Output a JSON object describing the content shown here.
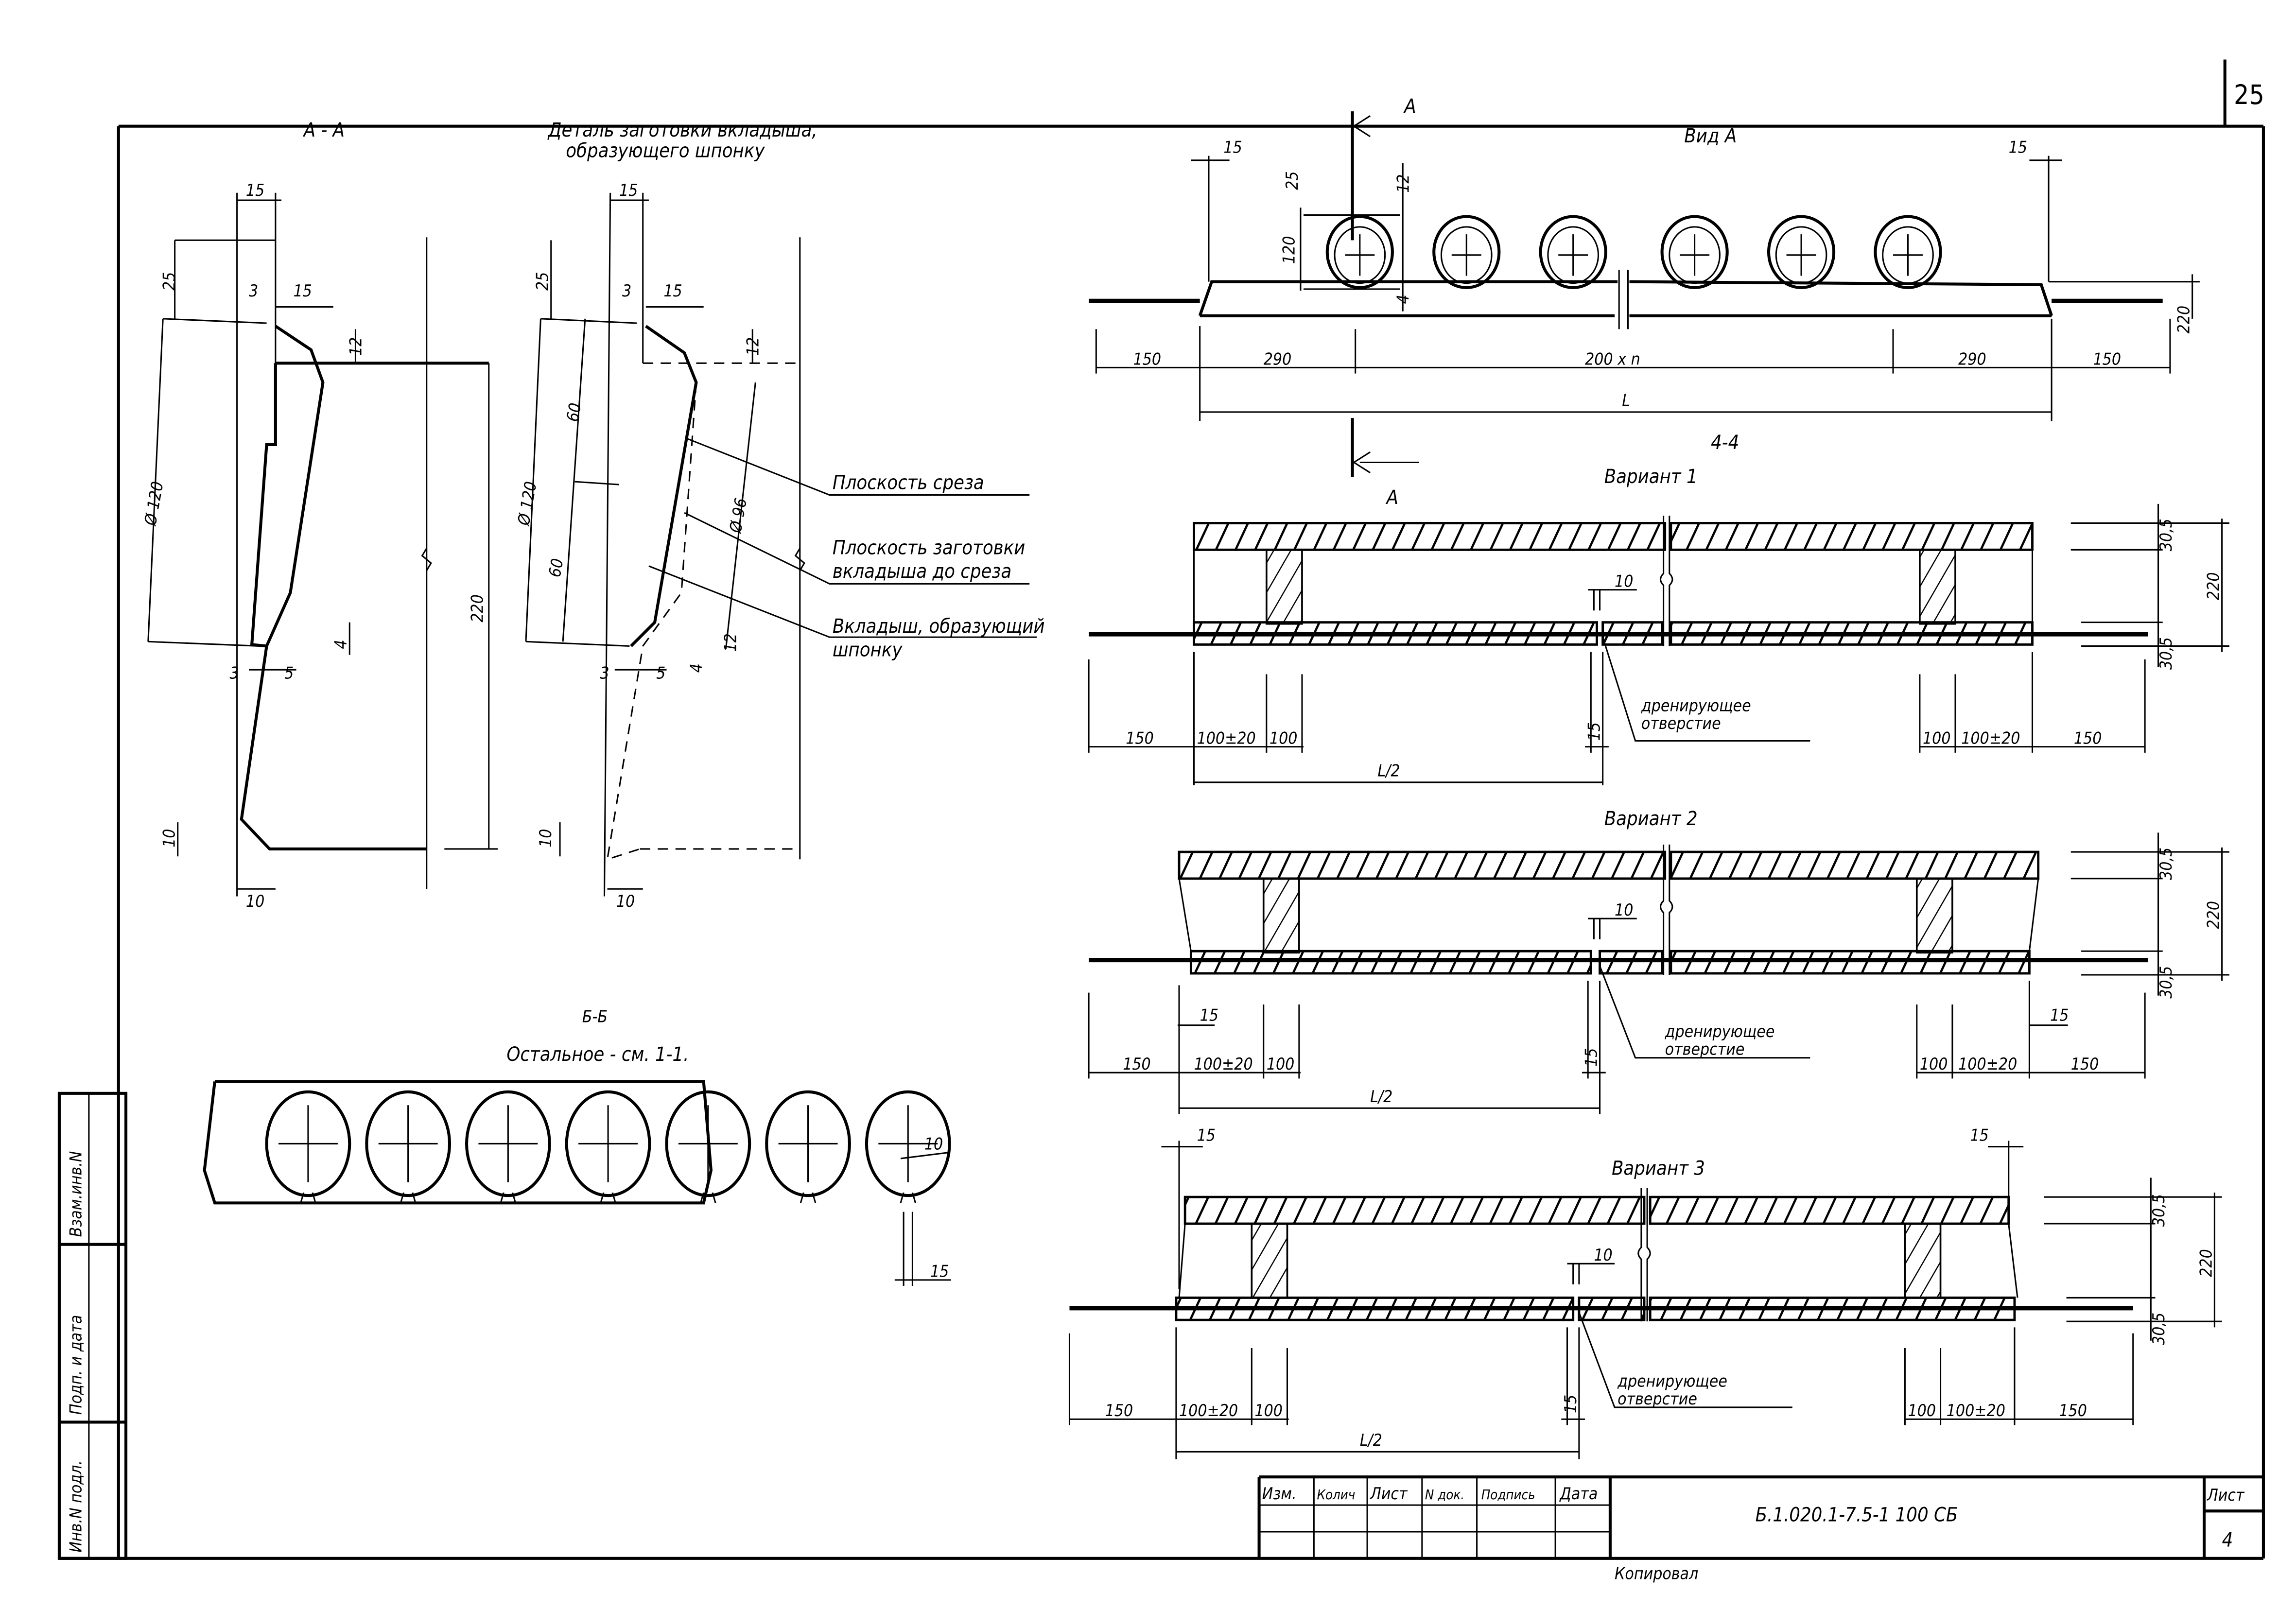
{
  "sheet": {
    "page_number": "25",
    "title_block": {
      "columns": [
        "Изм.",
        "Колич",
        "Лист",
        "N док.",
        "Подпись",
        "Дата"
      ],
      "designation": "Б.1.020.1-7.5-1   100  СБ",
      "sheet_label": "Лист",
      "sheet_number": "4",
      "copied_by": "Копировал"
    },
    "side_stamp": {
      "cells": [
        "Взам.инв.N",
        "Подп. и дата",
        "Инв.N подл."
      ]
    }
  },
  "section_aa": {
    "title": "А - А",
    "dims": {
      "top_width": "15",
      "top_offset": "25",
      "step_3": "3",
      "chamfer_15": "15",
      "chamfer_12": "12",
      "diameter": "Ø 120",
      "bottom_4": "4",
      "bottom_3": "3",
      "bottom_5": "5",
      "height": "220",
      "foot_10v": "10",
      "foot_10h": "10"
    }
  },
  "detail_insert": {
    "title_line1": "Деталь заготовки вкладыша,",
    "title_line2": "образующего шпонку",
    "dims": {
      "top_width": "15",
      "top_offset": "25",
      "step_3": "3",
      "chamfer_15": "15",
      "chamfer_12": "12",
      "diameter": "Ø 120",
      "upper_60": "60",
      "lower_60": "60",
      "inner_diameter": "Ø 96",
      "bottom_3": "3",
      "bottom_5": "5",
      "bottom_4": "4",
      "bottom_12": "12",
      "foot_10v": "10",
      "foot_10h": "10"
    },
    "callouts": [
      {
        "line1": "Плоскость среза",
        "line2": ""
      },
      {
        "line1": "Плоскость заготовки",
        "line2": "вкладыша до среза"
      },
      {
        "line1": "Вкладыш, образующий",
        "line2": "шпонку"
      }
    ]
  },
  "view_a": {
    "title": "Вид А",
    "section_marker": "А",
    "section_marker_bottom": "А",
    "cut_label": "4-4",
    "dims": {
      "left_15": "15",
      "right_15": "15",
      "hole_25": "25",
      "hole_12": "12",
      "hole_120": "120",
      "hole_4": "4",
      "height_220": "220",
      "seg_150_left": "150",
      "seg_290_left": "290",
      "seg_mid": "200 x n",
      "seg_290_right": "290",
      "seg_150_right": "150",
      "total": "L"
    },
    "hole_count": 6
  },
  "variants": [
    {
      "title": "Вариант 1",
      "dims": {
        "top": "30,5",
        "bottom": "30,5",
        "height": "220",
        "gap_10": "10",
        "l150": "150",
        "l100pm": "100±20",
        "l100": "100",
        "mid15": "15",
        "r100": "100",
        "r100pm": "100±20",
        "r150": "150",
        "half": "L/2"
      },
      "drain_label_1": "дренирующее",
      "drain_label_2": "отверстие"
    },
    {
      "title": "Вариант 2",
      "dims": {
        "top": "30,5",
        "bottom": "30,5",
        "height": "220",
        "gap_10": "10",
        "l150": "150",
        "l15": "15",
        "l100pm": "100±20",
        "l100": "100",
        "mid15": "15",
        "r100": "100",
        "r100pm": "100±20",
        "r15": "15",
        "r150": "150",
        "half": "L/2"
      },
      "drain_label_1": "дренирующее",
      "drain_label_2": "отверстие"
    },
    {
      "title": "Вариант 3",
      "dims": {
        "top": "30,5",
        "bottom": "30,5",
        "height": "220",
        "gap_10": "10",
        "t15l": "15",
        "t15r": "15",
        "l150": "150",
        "l100pm": "100±20",
        "l100": "100",
        "mid15": "15",
        "r100": "100",
        "r100pm": "100±20",
        "r150": "150",
        "half": "L/2"
      },
      "drain_label_1": "дренирующее",
      "drain_label_2": "отверстие"
    }
  ],
  "section_bb": {
    "title": "Б-Б",
    "note": "Остальное - см. 1-1.",
    "hole_count": 7,
    "dims": {
      "d10": "10",
      "d15": "15"
    }
  }
}
